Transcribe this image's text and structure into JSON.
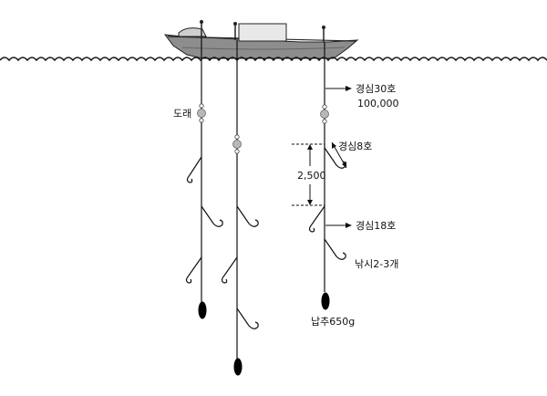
{
  "labels": {
    "swivel": "도래",
    "main_line": "경심30호",
    "main_line_value": "100,000",
    "branch_line": "경심8호",
    "spacing": "2,500",
    "leader_line": "경심18호",
    "hooks": "낚시2-3개",
    "sinker": "납추650g"
  },
  "colors": {
    "line": "#111111",
    "swivel": "#b8b8b8",
    "sinker": "#000000",
    "water": "#111111"
  }
}
